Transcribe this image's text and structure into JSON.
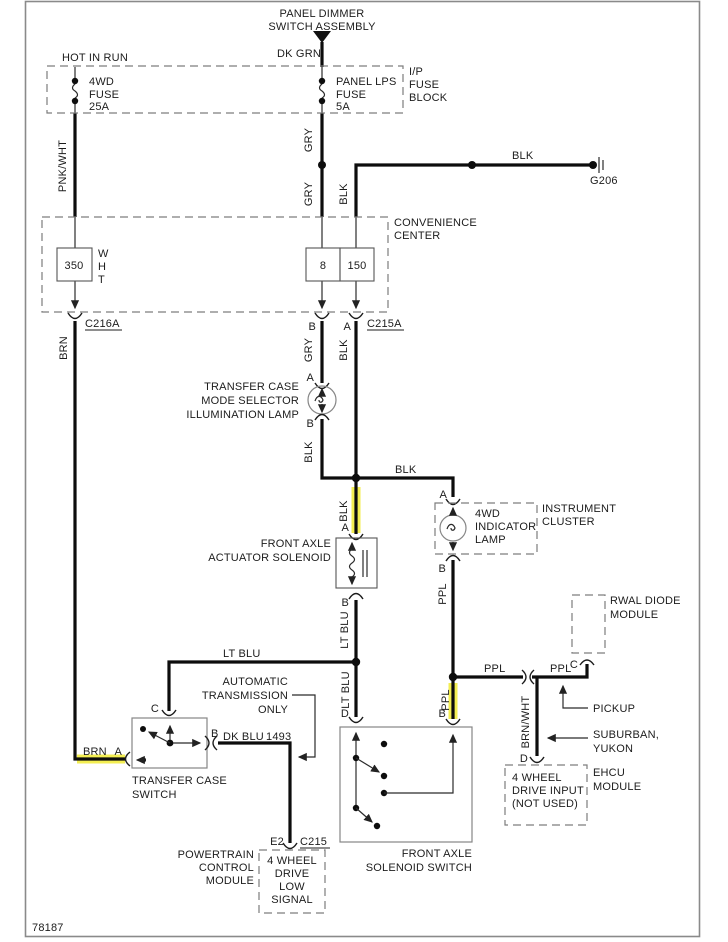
{
  "page": {
    "footer_id": "78187"
  },
  "colors": {
    "highlight": "#f3ee52",
    "wire": "#0d0d0d"
  },
  "panel_dimmer": {
    "name1": "PANEL DIMMER",
    "name2": "SWITCH ASSEMBLY"
  },
  "fuse_block": {
    "hot": "HOT IN RUN",
    "title1": "I/P",
    "title2": "FUSE",
    "title3": "BLOCK",
    "fuse_4wd_1": "4WD",
    "fuse_4wd_2": "FUSE",
    "fuse_4wd_3": "25A",
    "fuse_lps_1": "PANEL LPS",
    "fuse_lps_2": "FUSE",
    "fuse_lps_3": "5A"
  },
  "ground": {
    "id": "G206"
  },
  "convenience_center": {
    "title1": "CONVENIENCE",
    "title2": "CENTER",
    "breaker": "350",
    "w": "W",
    "h": "H",
    "t": "T",
    "fuse8": "8",
    "fuse150": "150"
  },
  "connectors": {
    "c216a": "C216A",
    "c215a": "C215A",
    "c215": "C215",
    "e2": "E2"
  },
  "terminals": {
    "a": "A",
    "b": "B",
    "c": "C",
    "d": "D"
  },
  "wire_labels": {
    "dk_grn": "DK GRN",
    "pnk_wht": "PNK/WHT",
    "gry": "GRY",
    "blk": "BLK",
    "brn": "BRN",
    "lt_blu": "LT BLU",
    "ppl": "PPL",
    "brn_wht": "BRN/WHT",
    "dk_blu": "DK BLU",
    "circuit_1493": "1493"
  },
  "illum_lamp": {
    "l1": "TRANSFER CASE",
    "l2": "MODE SELECTOR",
    "l3": "ILLUMINATION LAMP"
  },
  "instrument_cluster": {
    "t1": "INSTRUMENT",
    "t2": "CLUSTER",
    "l1": "4WD",
    "l2": "INDICATOR",
    "l3": "LAMP"
  },
  "actuator_solenoid": {
    "l1": "FRONT AXLE",
    "l2": "ACTUATOR SOLENOID"
  },
  "rwal": {
    "l1": "RWAL DIODE",
    "l2": "MODULE"
  },
  "transfer_case_switch": {
    "l1": "TRANSFER CASE",
    "l2": "SWITCH"
  },
  "auto_trans": {
    "l1": "AUTOMATIC",
    "l2": "TRANSMISSION",
    "l3": "ONLY"
  },
  "pcm": {
    "l1": "POWERTRAIN",
    "l2": "CONTROL",
    "l3": "MODULE",
    "sig1": "4 WHEEL",
    "sig2": "DRIVE",
    "sig3": "LOW",
    "sig4": "SIGNAL"
  },
  "solenoid_switch": {
    "l1": "FRONT AXLE",
    "l2": "SOLENOID SWITCH"
  },
  "ehcu": {
    "l1": "EHCU",
    "l2": "MODULE",
    "in1": "4 WHEEL",
    "in2": "DRIVE INPUT",
    "in3": "(NOT USED)"
  },
  "callouts": {
    "pickup": "PICKUP",
    "suburban": "SUBURBAN,",
    "yukon": "YUKON"
  }
}
